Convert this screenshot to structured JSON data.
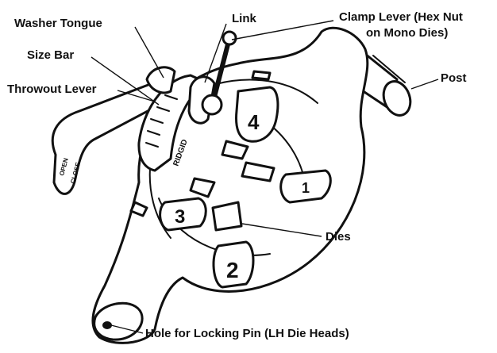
{
  "labels": {
    "washer_tongue": "Washer Tongue",
    "link": "Link",
    "clamp_lever_1": "Clamp Lever (Hex Nut",
    "clamp_lever_2": "on Mono Dies)",
    "size_bar": "Size Bar",
    "throwout_lever": "Throwout Lever",
    "post": "Post",
    "dies": "Dies",
    "hole_for_locking_pin": "Hole for Locking Pin (LH Die Heads)"
  },
  "markings": {
    "die_1": "1",
    "die_2": "2",
    "die_3": "3",
    "die_4": "4",
    "lever_open": "OPEN",
    "lever_close": "CLOSE",
    "brand": "RIDGID"
  }
}
